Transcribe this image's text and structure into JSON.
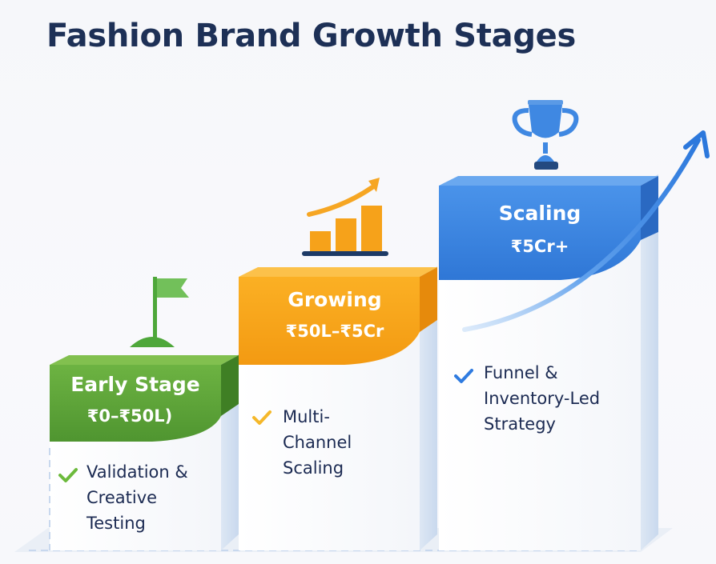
{
  "title": "Fashion Brand Growth Stages",
  "colors": {
    "title": "#1d3056",
    "early": "#5ba23a",
    "growing": "#f7a21b",
    "scaling": "#3a86e0",
    "text": "#1b2a52",
    "pillar_side": "#d4e1f2"
  },
  "stages": [
    {
      "name": "Early Stage",
      "range": "₹0–₹50L)",
      "icon": "flag-icon",
      "description_lines": [
        "Validation &",
        "Creative",
        "Testing"
      ],
      "check_color": "#6cba3c"
    },
    {
      "name": "Growing",
      "range": "₹50L–₹5Cr",
      "icon": "bar-chart-growth-icon",
      "description_lines": [
        "Multi-",
        "Channel",
        "Scaling"
      ],
      "check_color": "#f5b82a"
    },
    {
      "name": "Scaling",
      "range": "₹5Cr+",
      "icon": "trophy-icon",
      "description_lines": [
        "Funnel &",
        "Inventory-Led",
        "Strategy"
      ],
      "check_color": "#2f7be0"
    }
  ],
  "decorations": {
    "growth_arrow": "curved-up-arrow-icon"
  }
}
